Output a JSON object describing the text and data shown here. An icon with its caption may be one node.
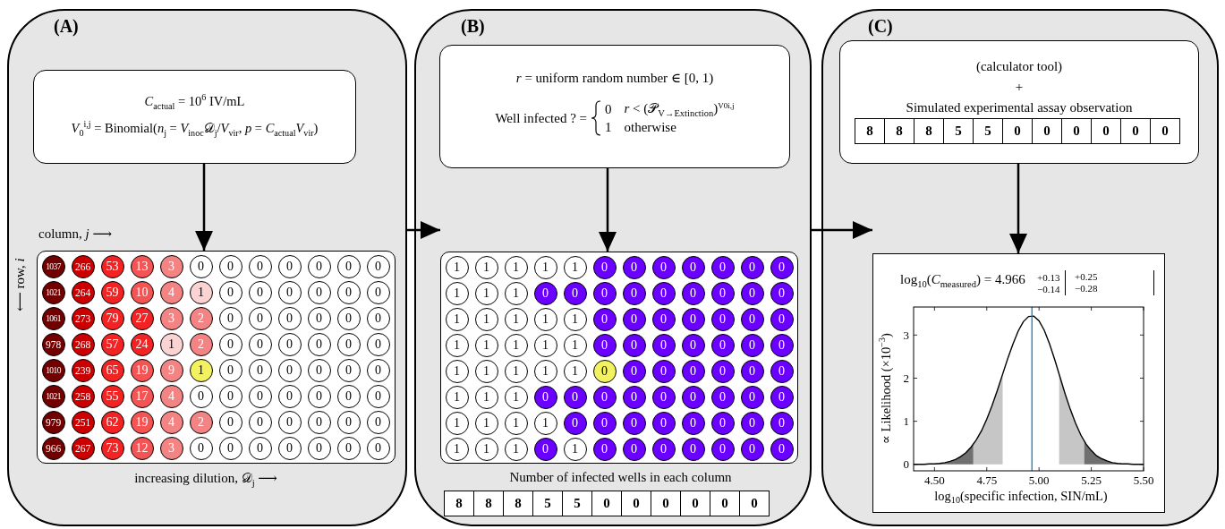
{
  "diagram": {
    "nodes": [
      {
        "text": [
          "(A)"
        ]
      },
      {
        "text": [
          "*C*$_{actual}$ = 10$^{6}$ IV/mL",
          "*V*$_{0}$$^{i,j}$ = Binomial(*n*$_{j}$ = *V*$_{inoc}$𝒟$_{j}$/*V*$_{vir}$, *p* = *C*$_{actual}$*V*$_{vir}$)"
        ],
        "in": 0
      },
      {
        "text": [
          "1037",
          "266",
          "53",
          "13",
          "3",
          "0",
          "0",
          "0",
          "0",
          "0",
          "0",
          "0",
          "1021",
          "264",
          "59",
          "10",
          "4",
          "1",
          "0",
          "0",
          "0",
          "0",
          "0",
          "0",
          "1061",
          "273",
          "79",
          "27",
          "3",
          "2",
          "0",
          "0",
          "0",
          "0",
          "0",
          "0",
          "978",
          "268",
          "57",
          "24",
          "1",
          "2",
          "0",
          "0",
          "0",
          "0",
          "0",
          "0",
          "1010",
          "239",
          "65",
          "19",
          "9",
          "1",
          "0",
          "0",
          "0",
          "0",
          "0",
          "0",
          "1021",
          "258",
          "55",
          "17",
          "4",
          "0",
          "0",
          "0",
          "0",
          "0",
          "0",
          "0",
          "979",
          "251",
          "62",
          "19",
          "4",
          "2",
          "0",
          "0",
          "0",
          "0",
          "0",
          "0",
          "966",
          "267",
          "73",
          "12",
          "3",
          "0",
          "0",
          "0",
          "0",
          "0",
          "0",
          "0"
        ],
        "in": 0,
        "beside": [
          "column, *j* ⟶",
          "⟵ row, *i*",
          "increasing dilution, 𝒟$_{j}$ ⟶"
        ]
      },
      {
        "text": [
          "(B)"
        ]
      },
      {
        "text": [
          "*r* = uniform random number ∈ [0, 1)",
          "Well infected ? =",
          "0",
          "*r* < (𝒫$_{V→Extinction}$)",
          "$^{V0}$$^{i,j}$",
          "1",
          "otherwise"
        ],
        "in": 3
      },
      {
        "text": [
          "1",
          "1",
          "1",
          "1",
          "1",
          "0",
          "0",
          "0",
          "0",
          "0",
          "0",
          "0",
          "1",
          "1",
          "1",
          "0",
          "0",
          "0",
          "0",
          "0",
          "0",
          "0",
          "0",
          "0",
          "1",
          "1",
          "1",
          "1",
          "1",
          "0",
          "0",
          "0",
          "0",
          "0",
          "0",
          "0",
          "1",
          "1",
          "1",
          "1",
          "1",
          "0",
          "0",
          "0",
          "0",
          "0",
          "0",
          "0",
          "1",
          "1",
          "1",
          "1",
          "1",
          "0",
          "0",
          "0",
          "0",
          "0",
          "0",
          "0",
          "1",
          "1",
          "1",
          "0",
          "0",
          "0",
          "0",
          "0",
          "0",
          "0",
          "0",
          "0",
          "1",
          "1",
          "1",
          "1",
          "0",
          "0",
          "0",
          "0",
          "0",
          "0",
          "0",
          "0",
          "1",
          "1",
          "1",
          "0",
          "1",
          "0",
          "0",
          "0",
          "0",
          "0",
          "0",
          "0"
        ],
        "in": 3
      },
      {
        "text": [
          "Number of infected wells in each column",
          "8",
          "8",
          "8",
          "5",
          "5",
          "0",
          "0",
          "0",
          "0",
          "0",
          "0"
        ],
        "in": 3
      },
      {
        "text": [
          "(C)"
        ]
      },
      {
        "text": [
          "(calculator tool)",
          "+",
          "Simulated experimental assay observation"
        ],
        "in": 7
      },
      {
        "text": [
          "8",
          "8",
          "8",
          "5",
          "5",
          "0",
          "0",
          "0",
          "0",
          "0",
          "0"
        ],
        "in": 8
      },
      {
        "text": [
          "log$_{10}$(*C*$_{measured}$) = 4.966",
          "+0.13",
          "−0.14",
          "+0.25",
          "−0.28"
        ],
        "in": 7
      }
    ],
    "edges": [
      {
        "from": 1,
        "to": 2,
        "arrow": "to"
      },
      {
        "from": 0,
        "to": 5,
        "arrow": "to"
      },
      {
        "from": 4,
        "to": 5,
        "arrow": "to"
      },
      {
        "from": 3,
        "to": 10,
        "arrow": "to"
      },
      {
        "from": 8,
        "to": 10,
        "arrow": "to"
      }
    ],
    "chart_data": {
      "type": "line",
      "xlabel": "log$_{10}$(specific infection, SIN/mL)",
      "ylabel": "∝ Likelihood (×10$^{−3}$)",
      "x": [
        4.4,
        4.425,
        4.45,
        4.475,
        4.5,
        4.525,
        4.55,
        4.575,
        4.6,
        4.625,
        4.65,
        4.675,
        4.7,
        4.725,
        4.75,
        4.775,
        4.8,
        4.825,
        4.85,
        4.875,
        4.9,
        4.925,
        4.95,
        4.975,
        5.0,
        5.025,
        5.05,
        5.075,
        5.1,
        5.125,
        5.15,
        5.175,
        5.2,
        5.225,
        5.25,
        5.275,
        5.3,
        5.325,
        5.35,
        5.375,
        5.4,
        5.425,
        5.45,
        5.475,
        5.5
      ],
      "series": [
        {
          "color": "#000000",
          "values": [
            0.0,
            0.0,
            0.0,
            0.01,
            0.01,
            0.02,
            0.04,
            0.07,
            0.11,
            0.18,
            0.27,
            0.4,
            0.57,
            0.78,
            1.05,
            1.36,
            1.71,
            2.08,
            2.45,
            2.79,
            3.09,
            3.31,
            3.43,
            3.44,
            3.33,
            3.11,
            2.8,
            2.43,
            2.03,
            1.63,
            1.27,
            0.95,
            0.68,
            0.47,
            0.32,
            0.2,
            0.13,
            0.08,
            0.04,
            0.02,
            0.01,
            0.01,
            0.0,
            0.0,
            0.0
          ]
        }
      ],
      "xlim": [
        4.4,
        5.5
      ],
      "ylim": [
        -0.15,
        3.65
      ],
      "xticks": [
        {
          "value": 4.5,
          "label": "4.50"
        },
        {
          "value": 4.75,
          "label": "4.75"
        },
        {
          "value": 5.0,
          "label": "5.00"
        },
        {
          "value": 5.25,
          "label": "5.25"
        },
        {
          "value": 5.5,
          "label": "5.50"
        }
      ],
      "yticks": [
        0,
        1,
        2,
        3
      ],
      "ref_lines": [
        {
          "axis": "x",
          "value": 4.966,
          "color": "#1f77b4"
        }
      ]
    }
  }
}
